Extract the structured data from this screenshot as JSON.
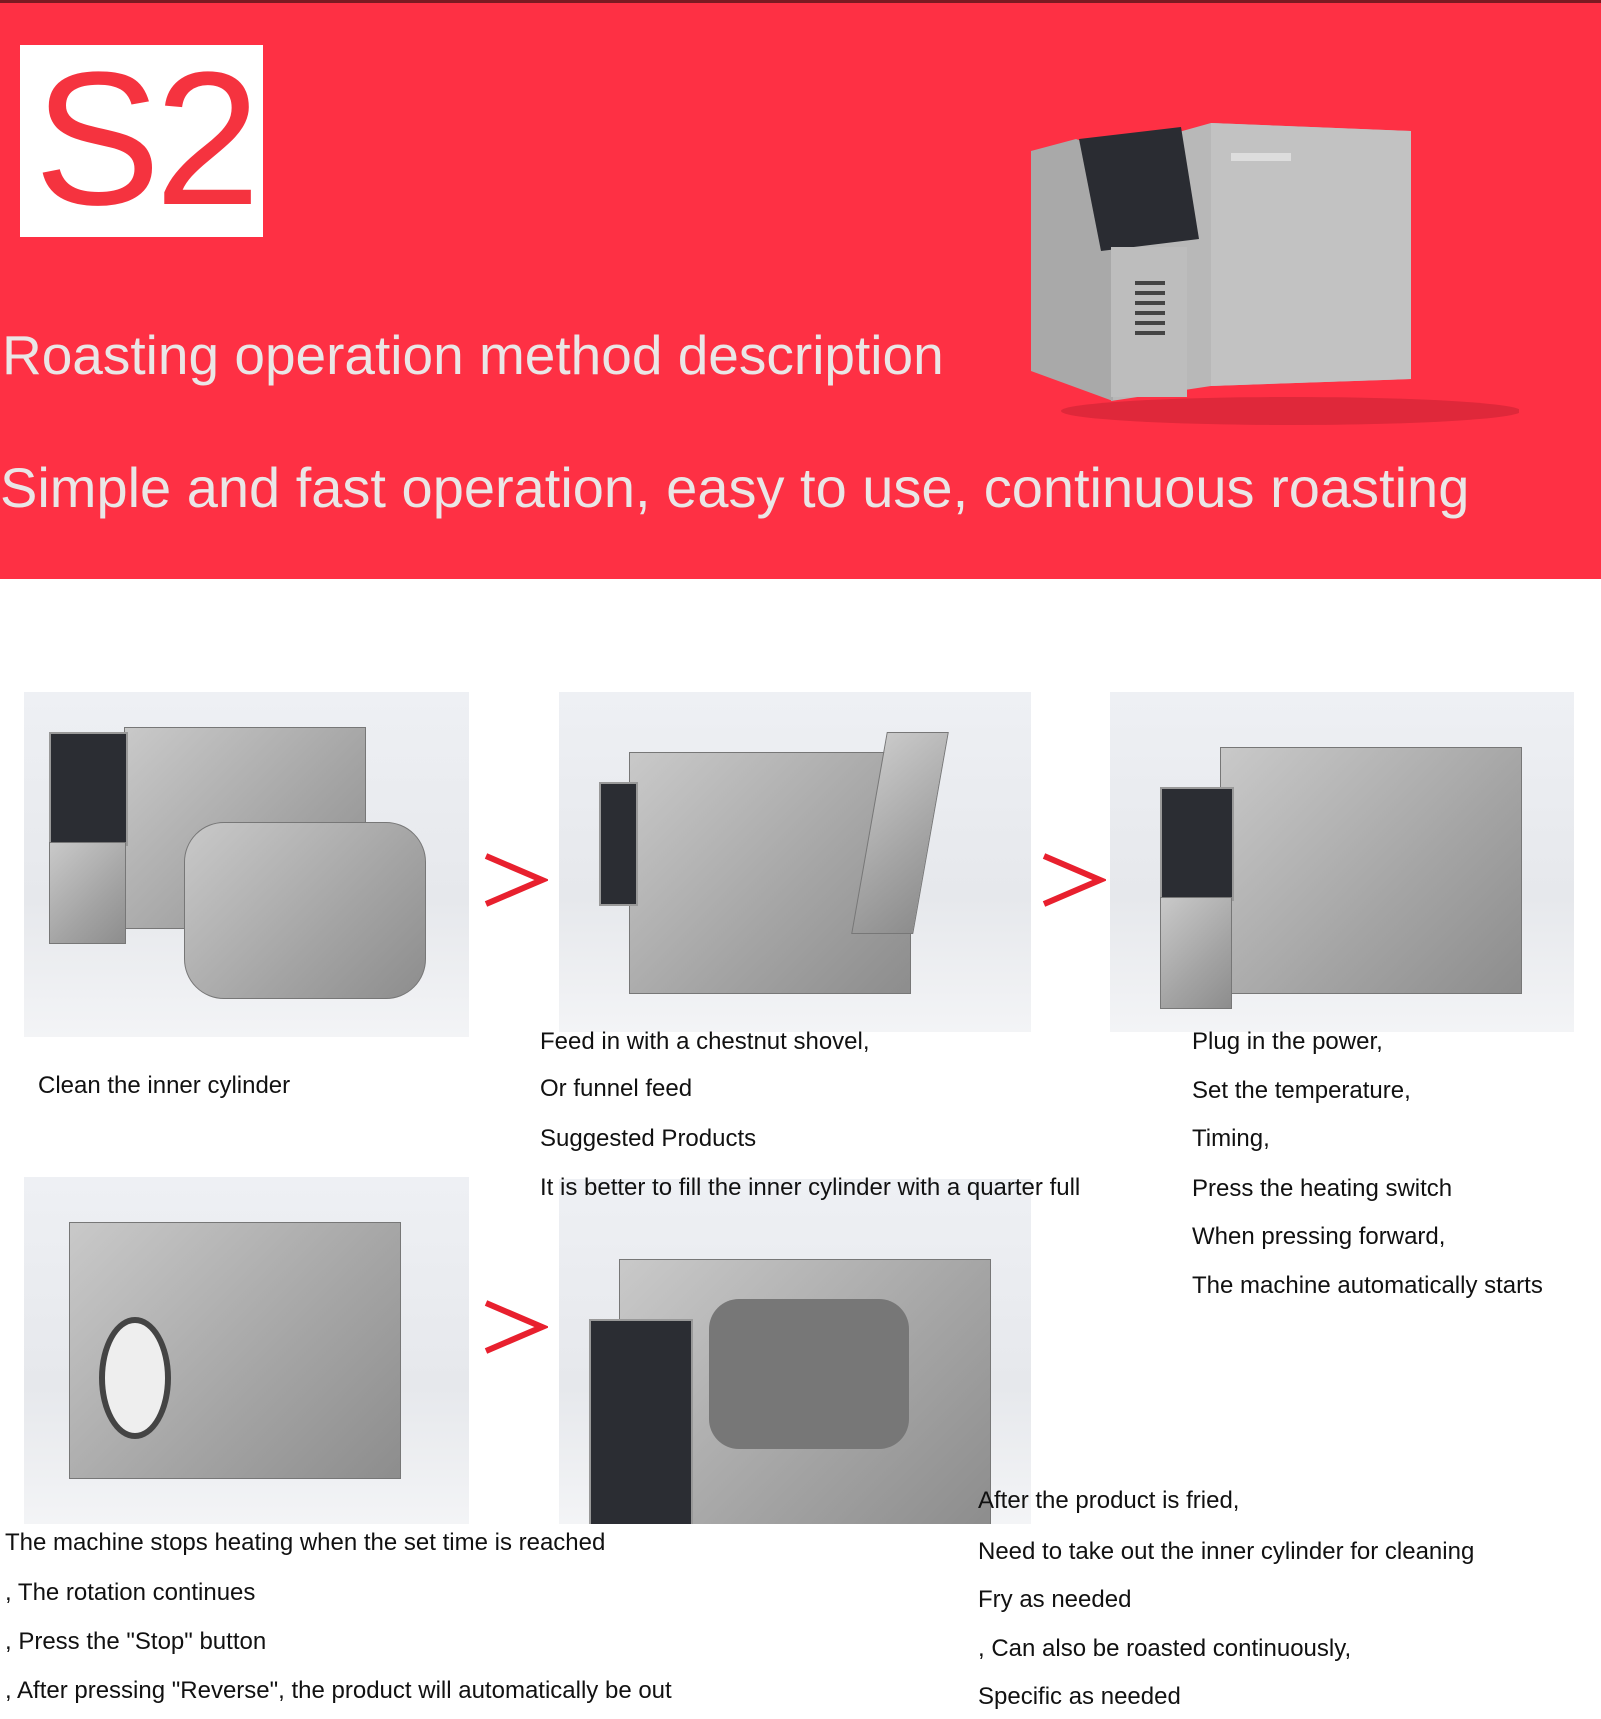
{
  "banner": {
    "logo": "S2",
    "title": "Roasting operation method description",
    "subtitle": "Simple and fast operation, easy to use, continuous roasting",
    "background_color": "#fe3044"
  },
  "steps": {
    "step1": [
      "Clean the inner cylinder"
    ],
    "step2": [
      "Feed in with a chestnut shovel,",
      "Or funnel feed",
      "Suggested Products",
      "It is better to fill the inner cylinder with a quarter full"
    ],
    "step3": [
      "Plug in the power,",
      "Set the temperature,",
      "Timing,",
      "Press the heating switch",
      "When pressing forward,",
      "The machine automatically starts"
    ],
    "step4": [
      "The machine stops heating when the set time is reached",
      ", The rotation continues",
      ", Press the \"Stop\" button",
      ", After pressing \"Reverse\", the product will automatically be out"
    ],
    "step5": [
      "After the product is fried,",
      "Need to take out the inner cylinder for cleaning",
      "Fry as needed",
      ", Can also be roasted continuously,",
      "Specific as needed"
    ]
  },
  "arrow_color": "#e8202e"
}
